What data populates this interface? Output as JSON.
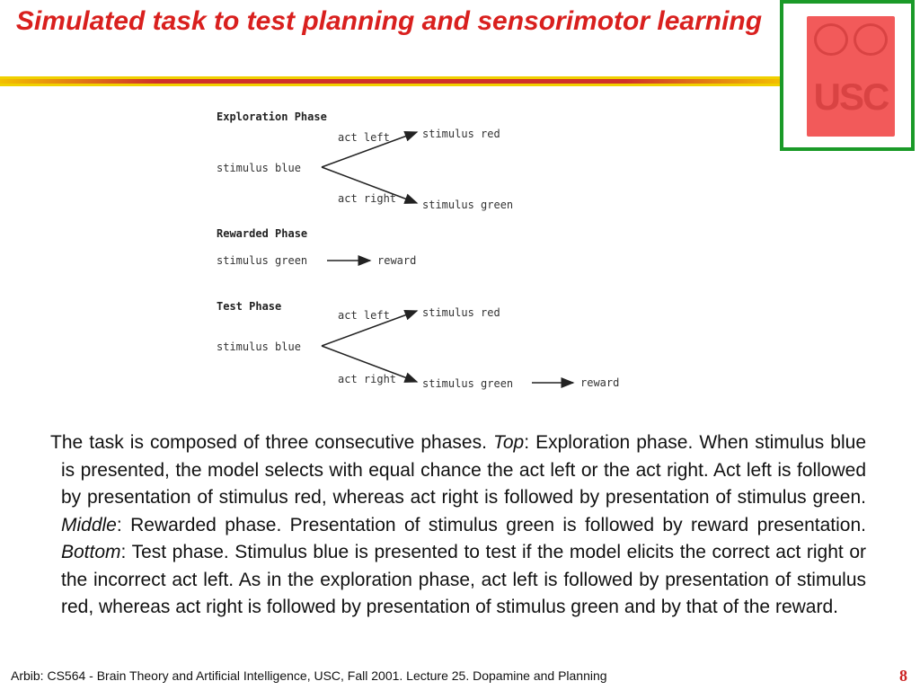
{
  "slide": {
    "title": "Simulated task to test planning and sensorimotor learning",
    "logo_text": "USC",
    "footer": "Arbib: CS564 - Brain Theory and Artificial Intelligence,  USC, Fall 2001. Lecture 25. Dopamine and Planning",
    "page_number": "8"
  },
  "diagram": {
    "exploration": {
      "heading": "Exploration Phase",
      "stimulus": "stimulus blue",
      "act_left": "act left",
      "act_right": "act right",
      "result_left": "stimulus red",
      "result_right": "stimulus green"
    },
    "rewarded": {
      "heading": "Rewarded Phase",
      "stimulus": "stimulus green",
      "result": "reward"
    },
    "test": {
      "heading": "Test Phase",
      "stimulus": "stimulus blue",
      "act_left": "act left",
      "act_right": "act right",
      "result_left": "stimulus red",
      "result_right": "stimulus green",
      "final": "reward"
    }
  },
  "body": {
    "p1": "The task is composed of three consecutive phases. ",
    "top": "Top",
    "p2": ": Exploration phase. When stimulus blue is presented, the model selects with equal chance the act left or the act right. Act left is followed by presentation of stimulus red, whereas act right is followed by presentation of stimulus green. ",
    "middle": "Middle",
    "p3": ": Rewarded phase. Presentation of stimulus green is followed by reward presentation. ",
    "bottom": "Bottom",
    "p4": ": Test phase. Stimulus blue is presented to test if the model elicits the correct act right or the incorrect act left. As in the exploration phase, act left is followed by presentation of stimulus red, whereas act right is followed by presentation of stimulus green and by that of the reward."
  },
  "colors": {
    "title": "#d9201e",
    "stripe_red": "#d0302a",
    "stripe_yellow": "#f0d000",
    "logo_border": "#1a9a28",
    "logo_fill": "#f25a5a"
  }
}
